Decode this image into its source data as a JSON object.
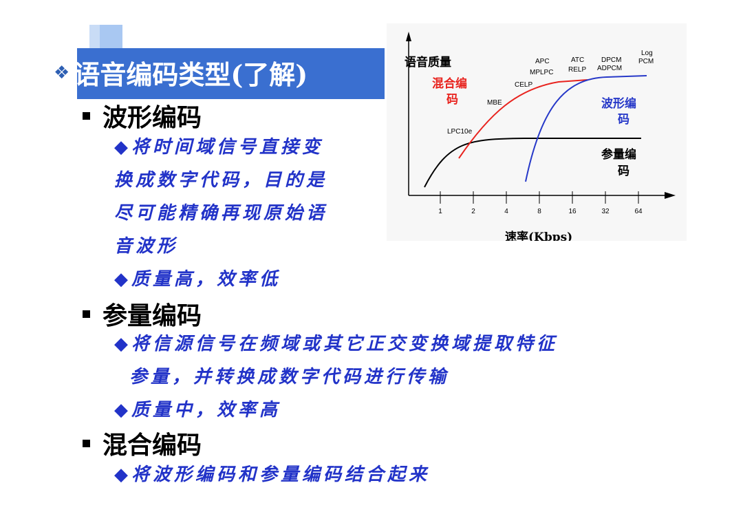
{
  "title": {
    "bullet": "❖",
    "text": "语音编码类型(了解)"
  },
  "sections": [
    {
      "heading": "波形编码",
      "points": [
        "◆将时间域信号直接变",
        "换成数字代码，目的是",
        "尽可能精确再现原始语",
        "音波形"
      ],
      "point2": "◆质量高，效率低"
    },
    {
      "heading": "参量编码",
      "points": [
        "◆将信源信号在频域或其它正交变换域提取特征",
        "参量，并转换成数字代码进行传输"
      ],
      "point2": "◆质量中，效率高"
    },
    {
      "heading": "混合编码",
      "points": [
        "◆将波形编码和参量编码结合起来"
      ]
    }
  ],
  "chart_data": {
    "type": "line",
    "ylabel": "语音质量",
    "xlabel": "速率(Kbps)",
    "x_ticks": [
      "1",
      "2",
      "4",
      "8",
      "16",
      "32",
      "64"
    ],
    "series": [
      {
        "name": "混合编码",
        "color": "#e8231e"
      },
      {
        "name": "波形编码",
        "color": "#2638c8"
      },
      {
        "name": "参量编码",
        "color": "#000000"
      }
    ],
    "annotations": [
      "APC",
      "MPLPC",
      "ATC",
      "RELP",
      "DPCM",
      "ADPCM",
      "Log",
      "PCM",
      "CELP",
      "MBE",
      "LPC10e"
    ],
    "series_labels": {
      "hybrid_line1": "混合编",
      "hybrid_line2": "码",
      "waveform_line1": "波形编",
      "waveform_line2": "码",
      "parametric_line1": "参量编",
      "parametric_line2": "码"
    }
  }
}
